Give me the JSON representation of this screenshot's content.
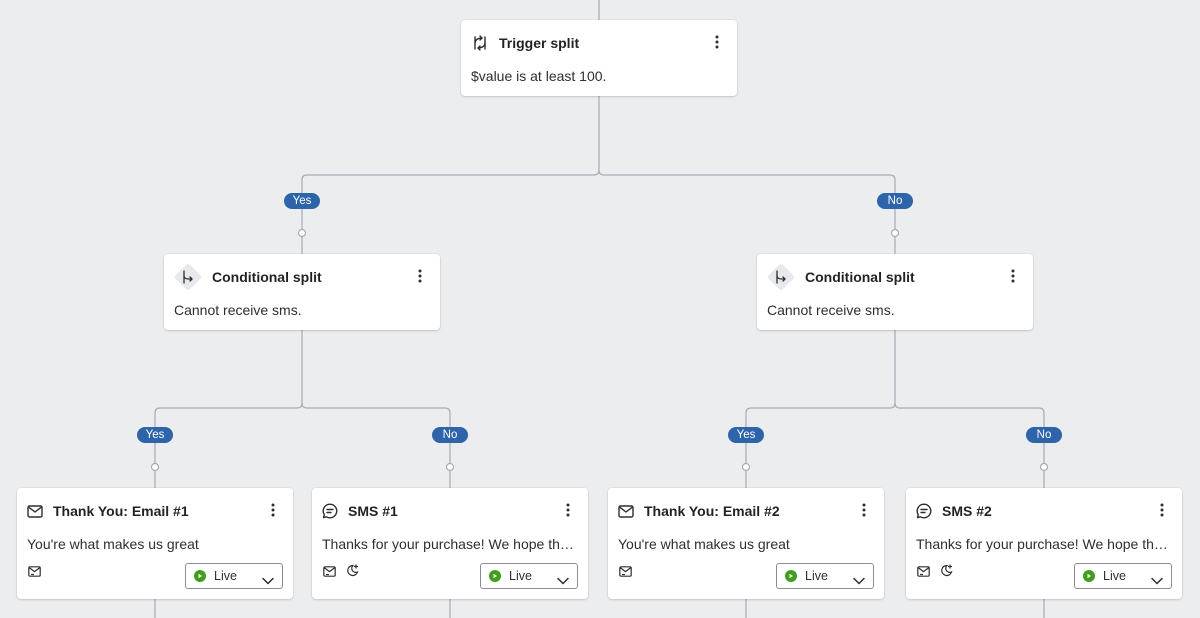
{
  "colors": {
    "background": "#ECEDEF",
    "connector": "#A7ABB0",
    "badge": "#2E64AA",
    "live": "#3F9E1E"
  },
  "trigger_split": {
    "title": "Trigger split",
    "description": "$value is at least 100.",
    "icon": "trigger-split-icon"
  },
  "branch_labels": {
    "yes": "Yes",
    "no": "No"
  },
  "conditional_splits": [
    {
      "title": "Conditional split",
      "description": "Cannot receive sms.",
      "icon": "conditional-split-icon"
    },
    {
      "title": "Conditional split",
      "description": "Cannot receive sms.",
      "icon": "conditional-split-icon"
    }
  ],
  "actions": [
    {
      "title": "Thank You: Email #1",
      "description": "You're what makes us great",
      "icon": "email-icon",
      "status": "Live",
      "footer_icons": [
        "email-settings-icon"
      ]
    },
    {
      "title": "SMS #1",
      "description": "Thanks for your purchase! We hope that ...",
      "icon": "sms-icon",
      "status": "Live",
      "footer_icons": [
        "sms-settings-icon",
        "quiet-hours-icon"
      ]
    },
    {
      "title": "Thank You: Email #2",
      "description": "You're what makes us great",
      "icon": "email-icon",
      "status": "Live",
      "footer_icons": [
        "email-settings-icon"
      ]
    },
    {
      "title": "SMS #2",
      "description": "Thanks for your purchase! We hope that ...",
      "icon": "sms-icon",
      "status": "Live",
      "footer_icons": [
        "sms-settings-icon",
        "quiet-hours-icon"
      ]
    }
  ]
}
